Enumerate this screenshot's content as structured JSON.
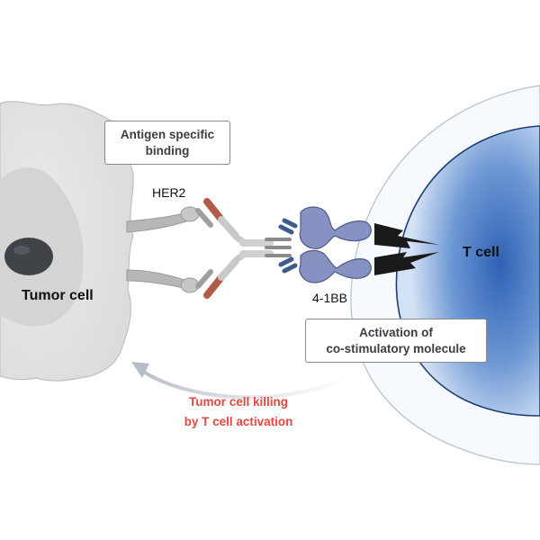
{
  "labels": {
    "antigen_box": [
      "Antigen specific",
      "binding"
    ],
    "her2": "HER2",
    "tumor_cell": "Tumor cell",
    "t_cell": "T cell",
    "four_1bb": "4-1BB",
    "activation_box": [
      "Activation of",
      "co-stimulatory molecule"
    ],
    "killing": [
      "Tumor cell killing",
      "by T cell activation"
    ]
  },
  "colors": {
    "tumor_cell": "#e2e2e2",
    "tumor_nucleus": "#d5d5d5",
    "t_cell_nucleus": "#3f73bf",
    "t_cell_membrane": "#f6f9fd",
    "antibody_heavy": "#b15a45",
    "antibody_light": "#9f9f9f",
    "receptor": "#8592c2",
    "highlight": "#e8463d"
  }
}
